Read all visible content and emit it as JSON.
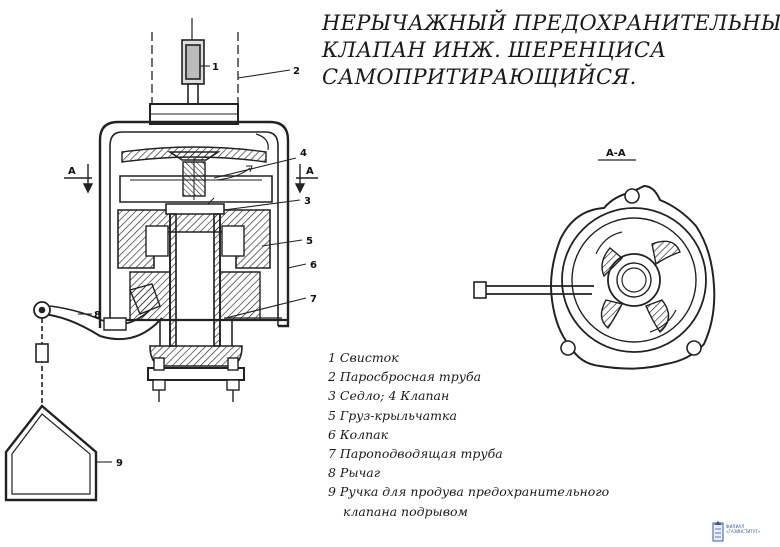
{
  "title": {
    "line1": "НЕРЫЧАЖНЫЙ ПРЕДОХРАНИТЕЛЬНЫЙ",
    "line2": "КЛАПАН ИНЖ. ШЕРЕНЦИСА",
    "line3": "САМОПРИТИРАЮЩИЙСЯ."
  },
  "callouts": {
    "n1": "1",
    "n2": "2",
    "n3": "3",
    "n4": "4",
    "n5": "5",
    "n6": "6",
    "n7": "7",
    "n8": "8",
    "n9": "9",
    "section_left": "А",
    "section_right": "А",
    "section_view": "А-А"
  },
  "legend": [
    "1 Свисток",
    "2 Паросбросная труба",
    "3 Седло;  4 Клапан",
    "5 Груз-крыльчатка",
    "6 Колпак",
    "7 Пароподводящая труба",
    "8 Рычаг",
    "9 Ручка для продува предохранительного",
    "клапана подрывом"
  ],
  "logo": {
    "line1": "ФИЛИАЛ",
    "line2": "«ГАЗИНСТИТУТ»"
  }
}
